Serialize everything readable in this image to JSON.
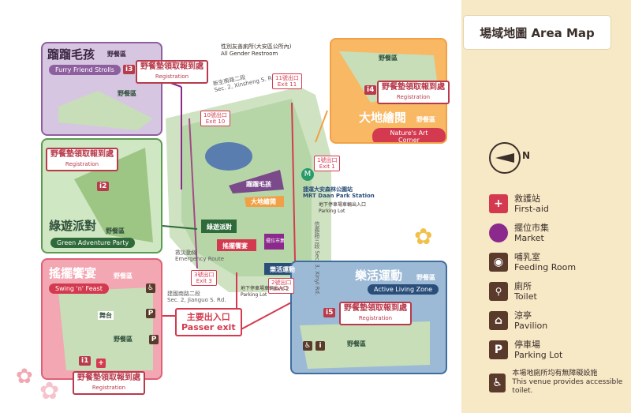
{
  "legend": {
    "title": "場域地圖 Area Map",
    "north": "N",
    "items": [
      {
        "zh": "救護站",
        "en": "First-aid",
        "color": "#d43a4f",
        "icon": "cross-icon"
      },
      {
        "zh": "擺位市集",
        "en": "Market",
        "color": "#8b2a8c",
        "icon": "market-icon"
      },
      {
        "zh": "哺乳室",
        "en": "Feeding Room",
        "color": "#5a3a2a",
        "icon": "feeding-room-icon"
      },
      {
        "zh": "廁所",
        "en": "Toilet",
        "color": "#5a3a2a",
        "icon": "toilet-icon"
      },
      {
        "zh": "涼亭",
        "en": "Pavilion",
        "color": "#5a3a2a",
        "icon": "pavilion-icon"
      },
      {
        "zh": "停車場",
        "en": "Parking Lot",
        "color": "#5a3a2a",
        "icon": "parking-icon"
      }
    ],
    "accessible_zh": "本場地廁所均有無障礙設施",
    "accessible_en": "This venue provides accessible toilet."
  },
  "zones": {
    "furry": {
      "zh": "蹓蹓毛孩",
      "en": "Furry Friend Strolls",
      "picnic": "野餐區",
      "code": "i3",
      "reg": "野餐墊領取報到處",
      "reg_en": "Registration",
      "color": "#8e5f9f"
    },
    "nature": {
      "zh": "大地繪閱",
      "en": "Nature's Art Corner",
      "picnic": "野餐區",
      "code": "i4",
      "reg": "野餐墊領取報到處",
      "reg_en": "Registration",
      "color": "#f2a045"
    },
    "green": {
      "zh": "綠遊派對",
      "en": "Green Adventure Party",
      "picnic": "野餐區",
      "code": "i2",
      "reg": "野餐墊領取報到處",
      "reg_en": "Registration",
      "color": "#5c9a52"
    },
    "swing": {
      "zh": "搖擺饗宴",
      "en": "Swing 'n' Feast",
      "picnic": "野餐區",
      "code": "i1",
      "reg": "野餐墊領取報到處",
      "reg_en": "Registration",
      "color": "#e06077"
    },
    "active": {
      "zh": "樂活運動",
      "en": "Active Living Zone",
      "picnic": "野餐區",
      "code": "i5",
      "reg": "野餐墊領取報到處",
      "reg_en": "Registration",
      "color": "#3f6d9e"
    }
  },
  "map_labels": {
    "gender_restroom": "性別友善廁所",
    "gender_restroom_sub": "(大安區公所內)",
    "gender_restroom_en": "All Gender Restroom",
    "xinsheng": "新生南路二段",
    "xinsheng_en": "Sec. 2, Xinsheng S. Rd.",
    "exit11": "11號出口",
    "exit11_en": "Exit 11",
    "exit10": "10號出口",
    "exit10_en": "Exit 10",
    "exit1": "1號出口",
    "exit1_en": "Exit 1",
    "exit3": "3號出口",
    "exit3_en": "Exit 3",
    "exit2": "2號出口",
    "exit2_en": "Exit 2",
    "mrt": "捷運大安森林公園站",
    "mrt_en": "MRT Daan Park Station",
    "parking_zh": "地下停車場車輛出入口",
    "parking_en": "Parking Lot",
    "parking2_zh": "地下停車場車輛出入口",
    "parking2_en": "Parking Lot",
    "xinyi": "信義路三段",
    "xinyi_en": "Sec. 3, Xinyi Rd.",
    "jianguo": "建國南路二段",
    "jianguo_en": "Sec. 2, Jianguo S. Rd.",
    "emergency": "救災動線",
    "emergency_en": "Emergency Route",
    "passer_zh": "主要出入口",
    "passer_en": "Passer exit",
    "stage": "舞台",
    "market_label": "擺位市集",
    "furry_tag": "蹓蹓毛孩",
    "nature_tag": "大地繪閱",
    "green_tag": "綠遊派對",
    "swing_tag": "搖擺饗宴",
    "active_tag": "樂活運動"
  }
}
